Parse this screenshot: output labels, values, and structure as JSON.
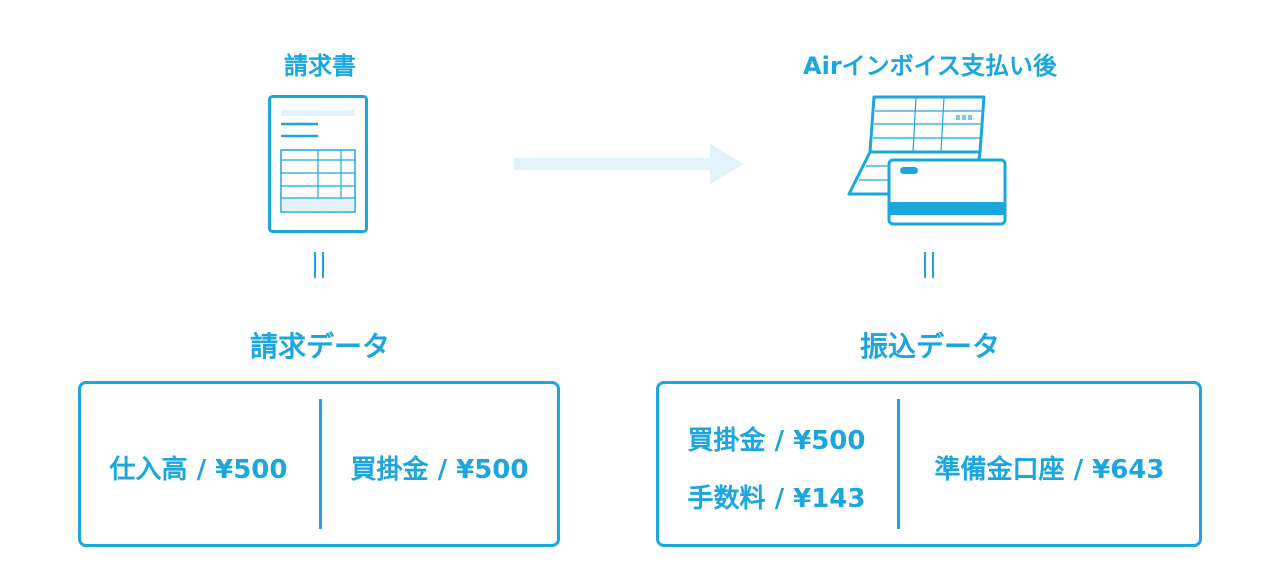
{
  "left": {
    "title": "請求書",
    "section_title": "請求データ",
    "entries": [
      "仕入高 / ¥500",
      "買掛金 / ¥500"
    ]
  },
  "right": {
    "title": "Airインボイス支払い後",
    "section_title": "振込データ",
    "debit_entries": [
      "買掛金 / ¥500",
      "手数料 / ¥143"
    ],
    "credit_entry": "準備金口座 / ¥643"
  },
  "icons": {
    "left": "invoice-document-icon",
    "right": "passbook-and-card-icon",
    "arrow": "arrow-right-icon"
  },
  "colors": {
    "accent": "#1ba6de",
    "light_accent": "#e3f1f9",
    "background": "#ffffff"
  }
}
